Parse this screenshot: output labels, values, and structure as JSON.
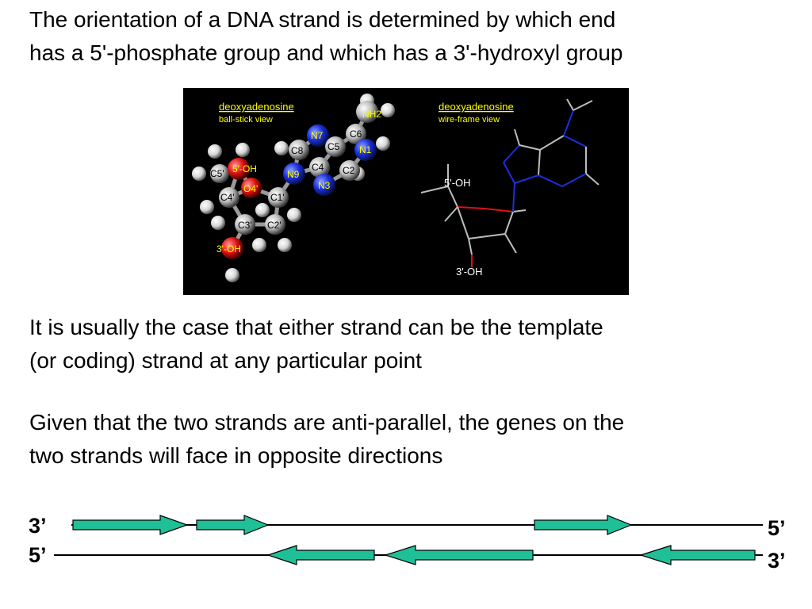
{
  "paragraphs": {
    "p1": {
      "line1": "The orientation of a DNA strand is determined by which end",
      "line2": "has a 5'-phosphate group and which has a 3'-hydroxyl group"
    },
    "p2": {
      "line1": "It is usually the case that either strand can be the template",
      "line2": "(or coding) strand at any particular point"
    },
    "p3": {
      "line1": "Given that the two strands are anti-parallel, the genes on the",
      "line2": "two strands will face in opposite directions"
    }
  },
  "molecule_figure": {
    "left_panel": {
      "title": "deoxyadenosine",
      "subtitle": "ball-stick view"
    },
    "right_panel": {
      "title": "deoxyadenosine",
      "subtitle": "wire-frame view"
    },
    "atom_labels": {
      "nh2": "NH2",
      "c6_top": "C6",
      "n7": "N7",
      "c6": "C6",
      "c5": "C5",
      "c8": "C8",
      "n1": "N1",
      "c4": "C4",
      "n9": "N9",
      "c2": "C2",
      "n3": "N3",
      "c5p": "C5'",
      "oh5": "5'-OH",
      "o4p": "O4'",
      "c4p": "C4'",
      "c1p": "C1'",
      "c3p": "C3'",
      "c2p": "C2'",
      "oh3": "3'-OH"
    },
    "wire_labels": {
      "oh5": "5'-OH",
      "oh3": "3'-OH"
    },
    "colors": {
      "carbon": "#bdbdbd",
      "nitrogen": "#1a2fe0",
      "oxygen": "#e01010",
      "label": "#ffff00"
    }
  },
  "strand_diagram": {
    "top": {
      "left_end": "3’",
      "right_end": "5’"
    },
    "bottom": {
      "left_end": "5’",
      "right_end": "3’"
    },
    "gene_color": "#1fbf97"
  }
}
